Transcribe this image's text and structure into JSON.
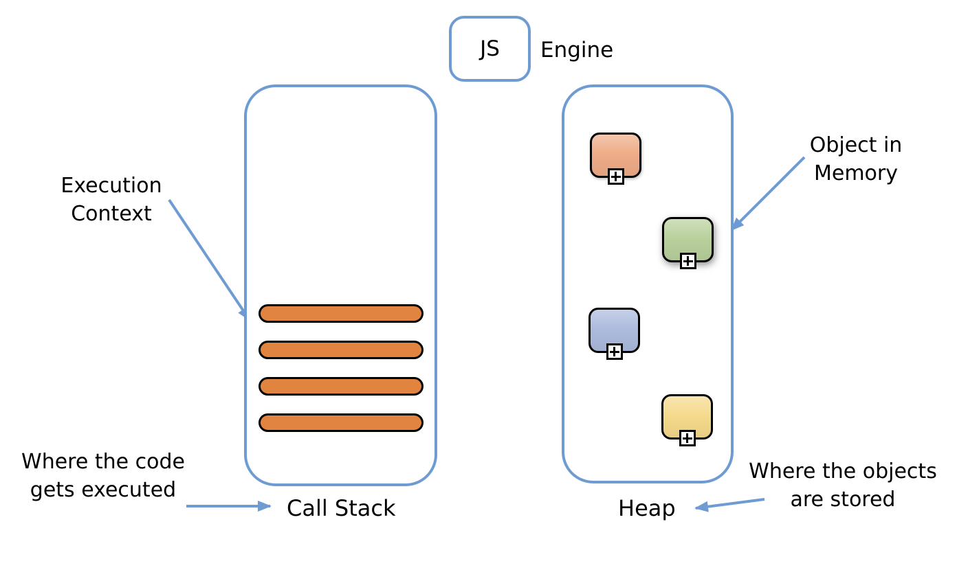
{
  "engine": {
    "chip_label": "JS",
    "name_label": "Engine"
  },
  "call_stack": {
    "label": "Call Stack",
    "frame_count": 4,
    "pointer_label": {
      "lines": [
        "Execution",
        "Context"
      ]
    },
    "caption": {
      "lines": [
        "Where the code",
        "gets executed"
      ]
    }
  },
  "heap": {
    "label": "Heap",
    "pointer_label": {
      "lines": [
        "Object in",
        "Memory"
      ]
    },
    "caption": {
      "lines": [
        "Where the objects",
        "are stored"
      ]
    },
    "objects": [
      {
        "name": "object-salmon",
        "color": "#EEAC87"
      },
      {
        "name": "object-green",
        "color": "#B9D09C"
      },
      {
        "name": "object-blue",
        "color": "#ACBADD"
      },
      {
        "name": "object-yellow",
        "color": "#F5D98C"
      }
    ]
  },
  "colors": {
    "outline_blue": "#6E9BD2",
    "arrow_blue": "#6E9BD2",
    "frame_orange": "#E0843F"
  }
}
